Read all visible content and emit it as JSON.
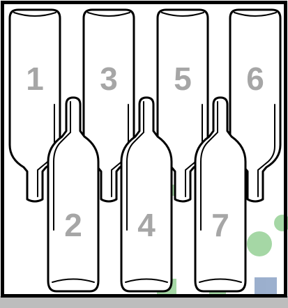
{
  "bottles": {
    "top": [
      {
        "number": "1"
      },
      {
        "number": "3"
      },
      {
        "number": "5"
      },
      {
        "number": "6"
      }
    ],
    "bottom": [
      {
        "number": "2"
      },
      {
        "number": "4"
      },
      {
        "number": "7"
      }
    ]
  },
  "colors": {
    "outline": "#000000",
    "bottle_fill": "#ffffff",
    "number": "#a6a6a6",
    "bottom_strip": "#bdbdbd",
    "watermark_green": "#5cb85c",
    "watermark_blue": "#4a6fa5"
  }
}
